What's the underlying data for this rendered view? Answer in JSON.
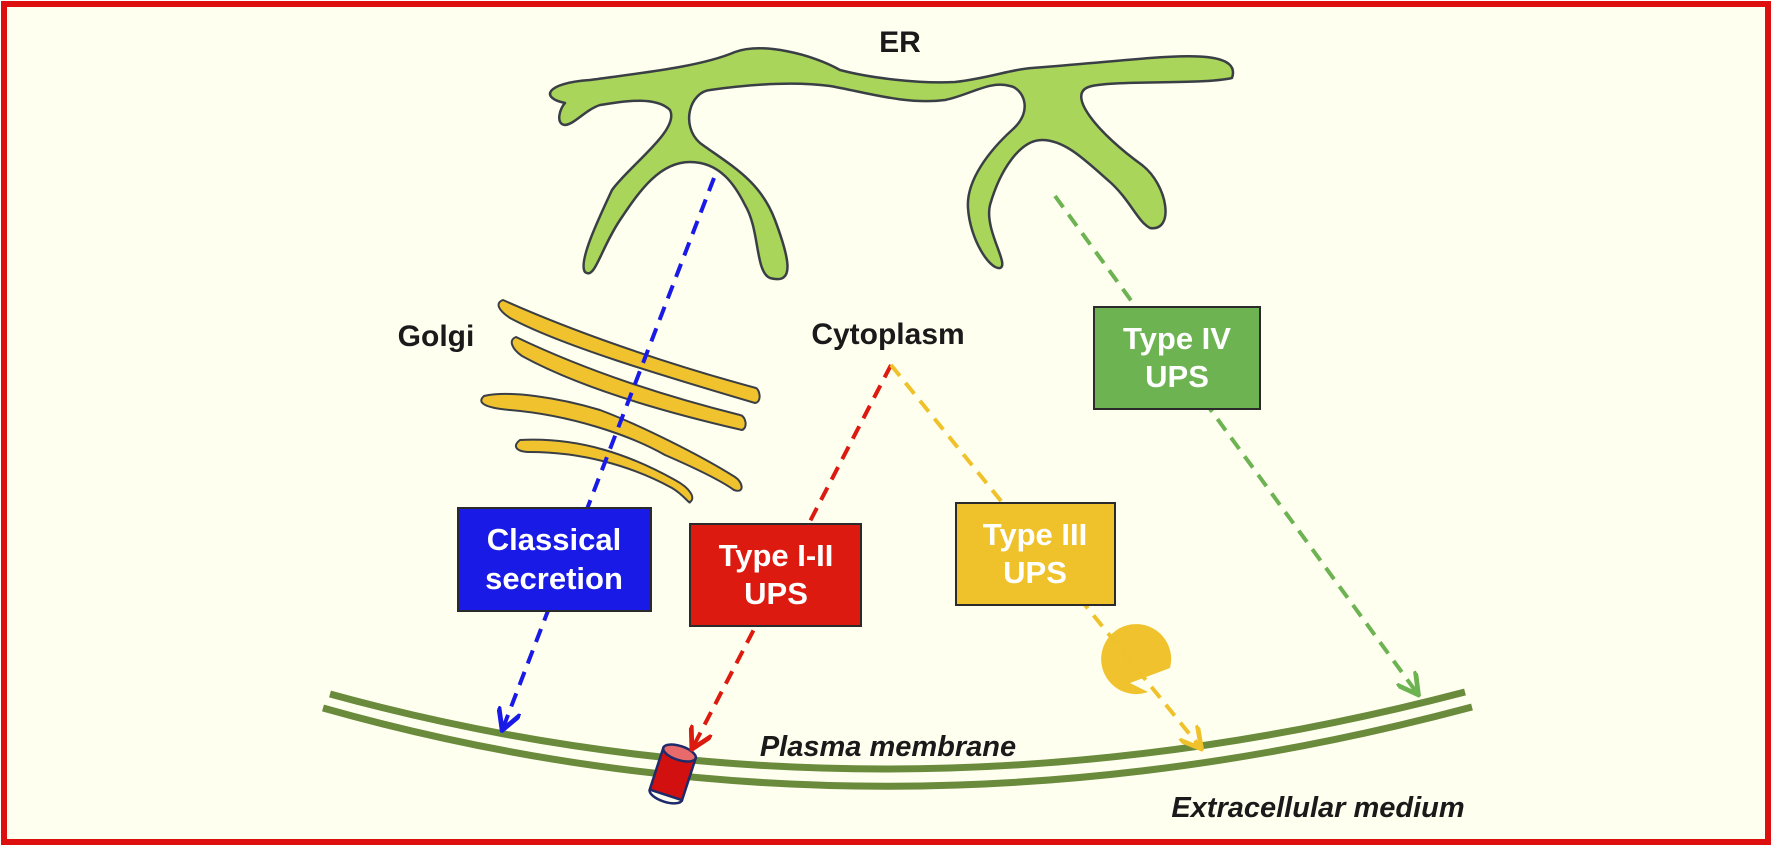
{
  "labels": {
    "er": "ER",
    "golgi": "Golgi",
    "cytoplasm": "Cytoplasm",
    "plasma_membrane": "Plasma membrane",
    "extracellular_medium": "Extracellular medium"
  },
  "pathways": [
    {
      "line1": "Classical",
      "line2": "secretion",
      "color": "#1a1ae6"
    },
    {
      "line1": "Type I-II",
      "line2": "UPS",
      "color": "#dd1a0f"
    },
    {
      "line1": "Type III",
      "line2": "UPS",
      "color": "#efc22c"
    },
    {
      "line1": "Type IV",
      "line2": "UPS",
      "color": "#6db352"
    }
  ],
  "colors": {
    "frame": "#dd0f0f",
    "background": "#fffff0",
    "er_fill": "#a9d55a",
    "golgi_fill": "#f0c22e",
    "membrane": "#6a8a3c",
    "outline": "#3a3f46"
  }
}
